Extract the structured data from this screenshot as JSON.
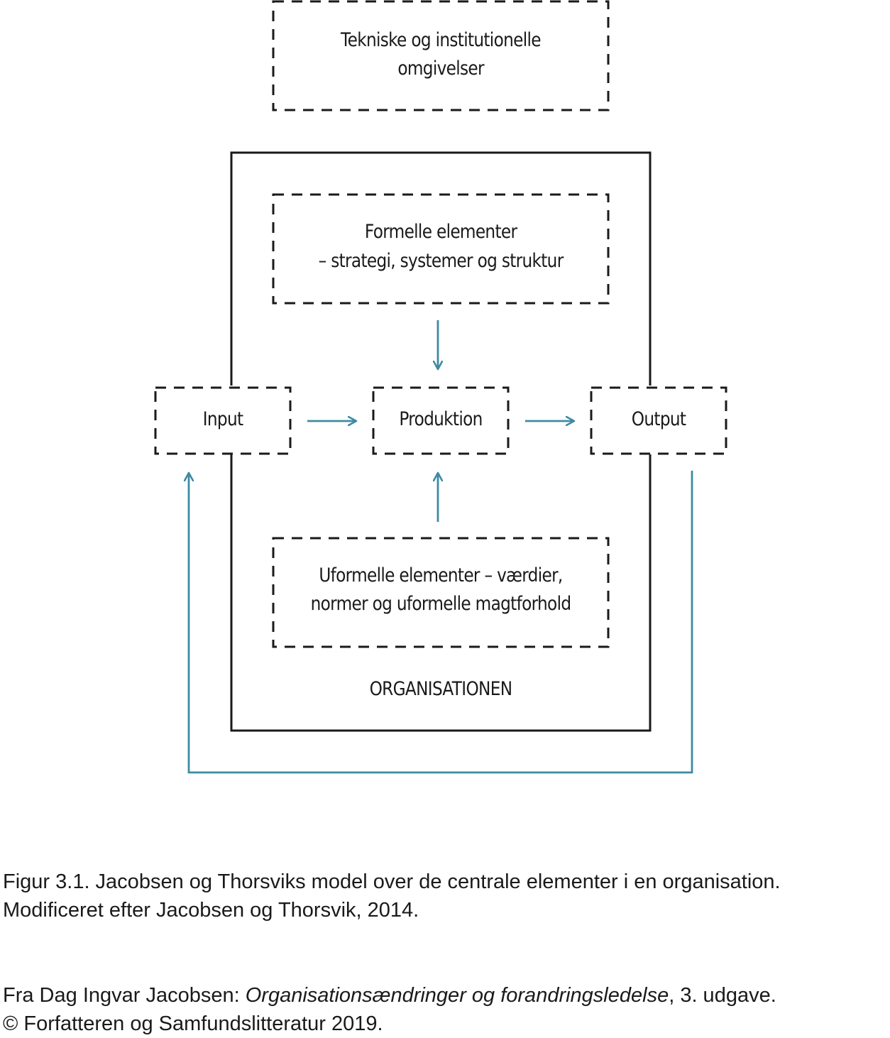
{
  "diagram": {
    "environment_box": {
      "lines": [
        "Tekniske og institutionelle",
        "omgivelser"
      ]
    },
    "organisation_box": {
      "label": "ORGANISATIONEN"
    },
    "formal_box": {
      "lines": [
        "Formelle elementer",
        "– strategi, systemer og struktur"
      ]
    },
    "informal_box": {
      "lines": [
        "Uformelle elementer – værdier,",
        "normer og uformelle magtforhold"
      ]
    },
    "input_box": {
      "label": "Input"
    },
    "production_box": {
      "label": "Produktion"
    },
    "output_box": {
      "label": "Output"
    },
    "colors": {
      "arrow": "#3f8aa3",
      "line": "#1a1a1a",
      "background": "#ffffff"
    }
  },
  "caption": {
    "line1": "Figur 3.1. Jacobsen og Thorsviks model over de centrale elementer i en organisation.",
    "line2": "Modificeret efter Jacobsen og Thorsvik, 2014."
  },
  "source": {
    "prefix": "Fra Dag Ingvar Jacobsen: ",
    "book_title": "Organisationsændringer og forandringsledelse",
    "suffix": ", 3. udgave.",
    "copyright": "© Forfatteren og Samfundslitteratur 2019."
  }
}
